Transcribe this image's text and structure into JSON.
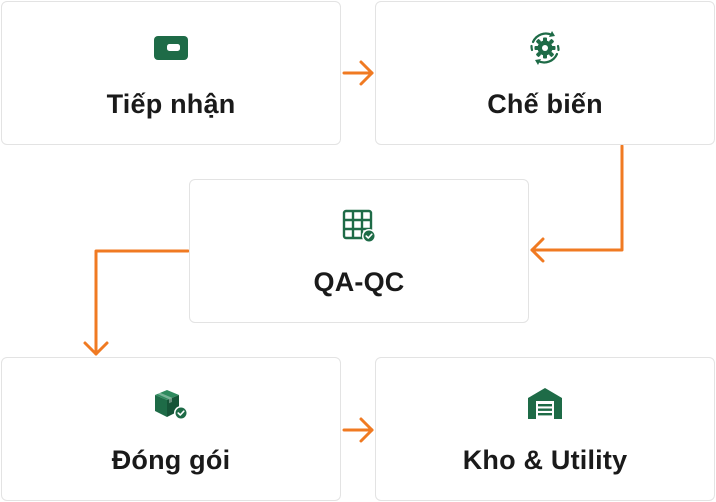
{
  "colors": {
    "icon_green": "#1e6b47",
    "arrow_orange": "#f07a22",
    "card_border": "#e3e3e3",
    "text": "#1a1a1a"
  },
  "steps": [
    {
      "label": "Tiếp nhận",
      "icon": "card-icon"
    },
    {
      "label": "Chế biến",
      "icon": "gear-cycle-icon"
    },
    {
      "label": "QA-QC",
      "icon": "grid-check-icon"
    },
    {
      "label": "Đóng gói",
      "icon": "box-check-icon"
    },
    {
      "label": "Kho & Utility",
      "icon": "warehouse-icon"
    }
  ]
}
